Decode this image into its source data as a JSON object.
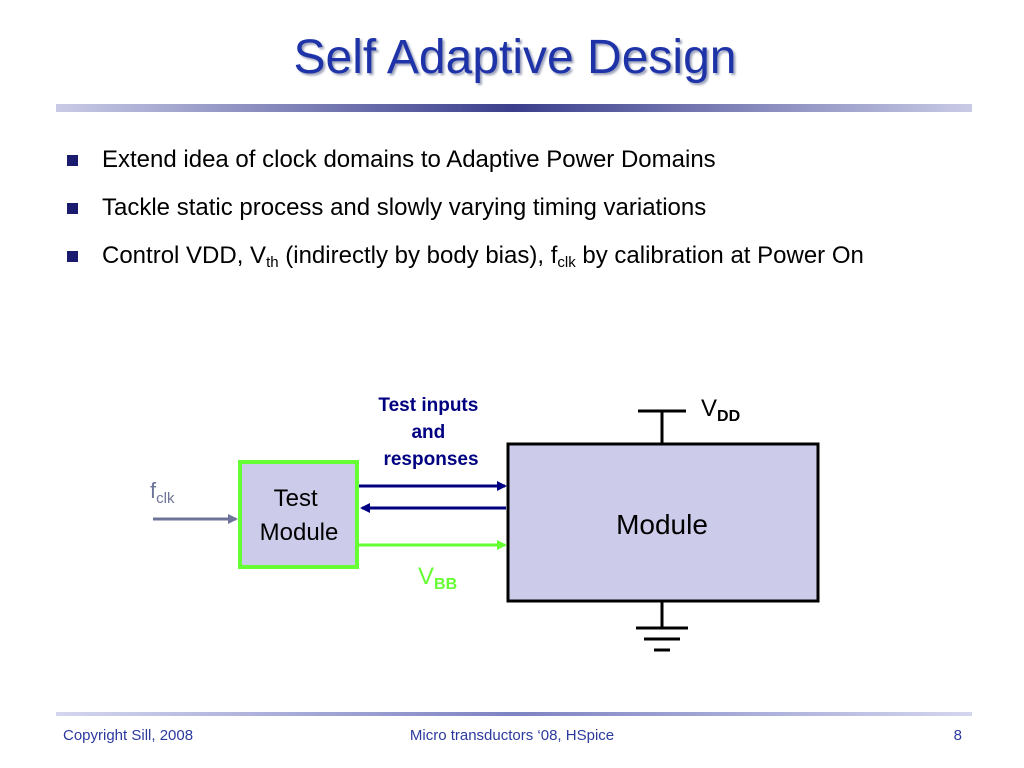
{
  "slide": {
    "title": "Self Adaptive Design",
    "bullets": [
      {
        "parts": [
          "Extend idea of clock domains to Adaptive Power Domains"
        ]
      },
      {
        "parts": [
          "Tackle static process and slowly varying timing variations"
        ]
      },
      {
        "parts": [
          "Control VDD, V",
          "th",
          " (indirectly by body bias), f",
          "clk",
          " by calibration at Power On"
        ]
      }
    ]
  },
  "diagram": {
    "test_io_label": [
      "Test inputs",
      "and",
      "responses"
    ],
    "vdd_main": "V",
    "vdd_sub": "DD",
    "vbb_main": "V",
    "vbb_sub": "BB",
    "fclk_main": "f",
    "fclk_sub": "clk",
    "test_module_label": [
      "Test",
      "Module"
    ],
    "module_label": "Module",
    "colors": {
      "dark_blue": "#000080",
      "green": "#66ff33",
      "module_fill": "#ccccea",
      "test_module_fill": "#ccccea",
      "clock_arrow": "#6e7499",
      "title": "#1f33a8"
    }
  },
  "footer": {
    "left": "Copyright Sill, 2008",
    "center": "Micro transductors ‘08, HSpice",
    "page": "8"
  }
}
